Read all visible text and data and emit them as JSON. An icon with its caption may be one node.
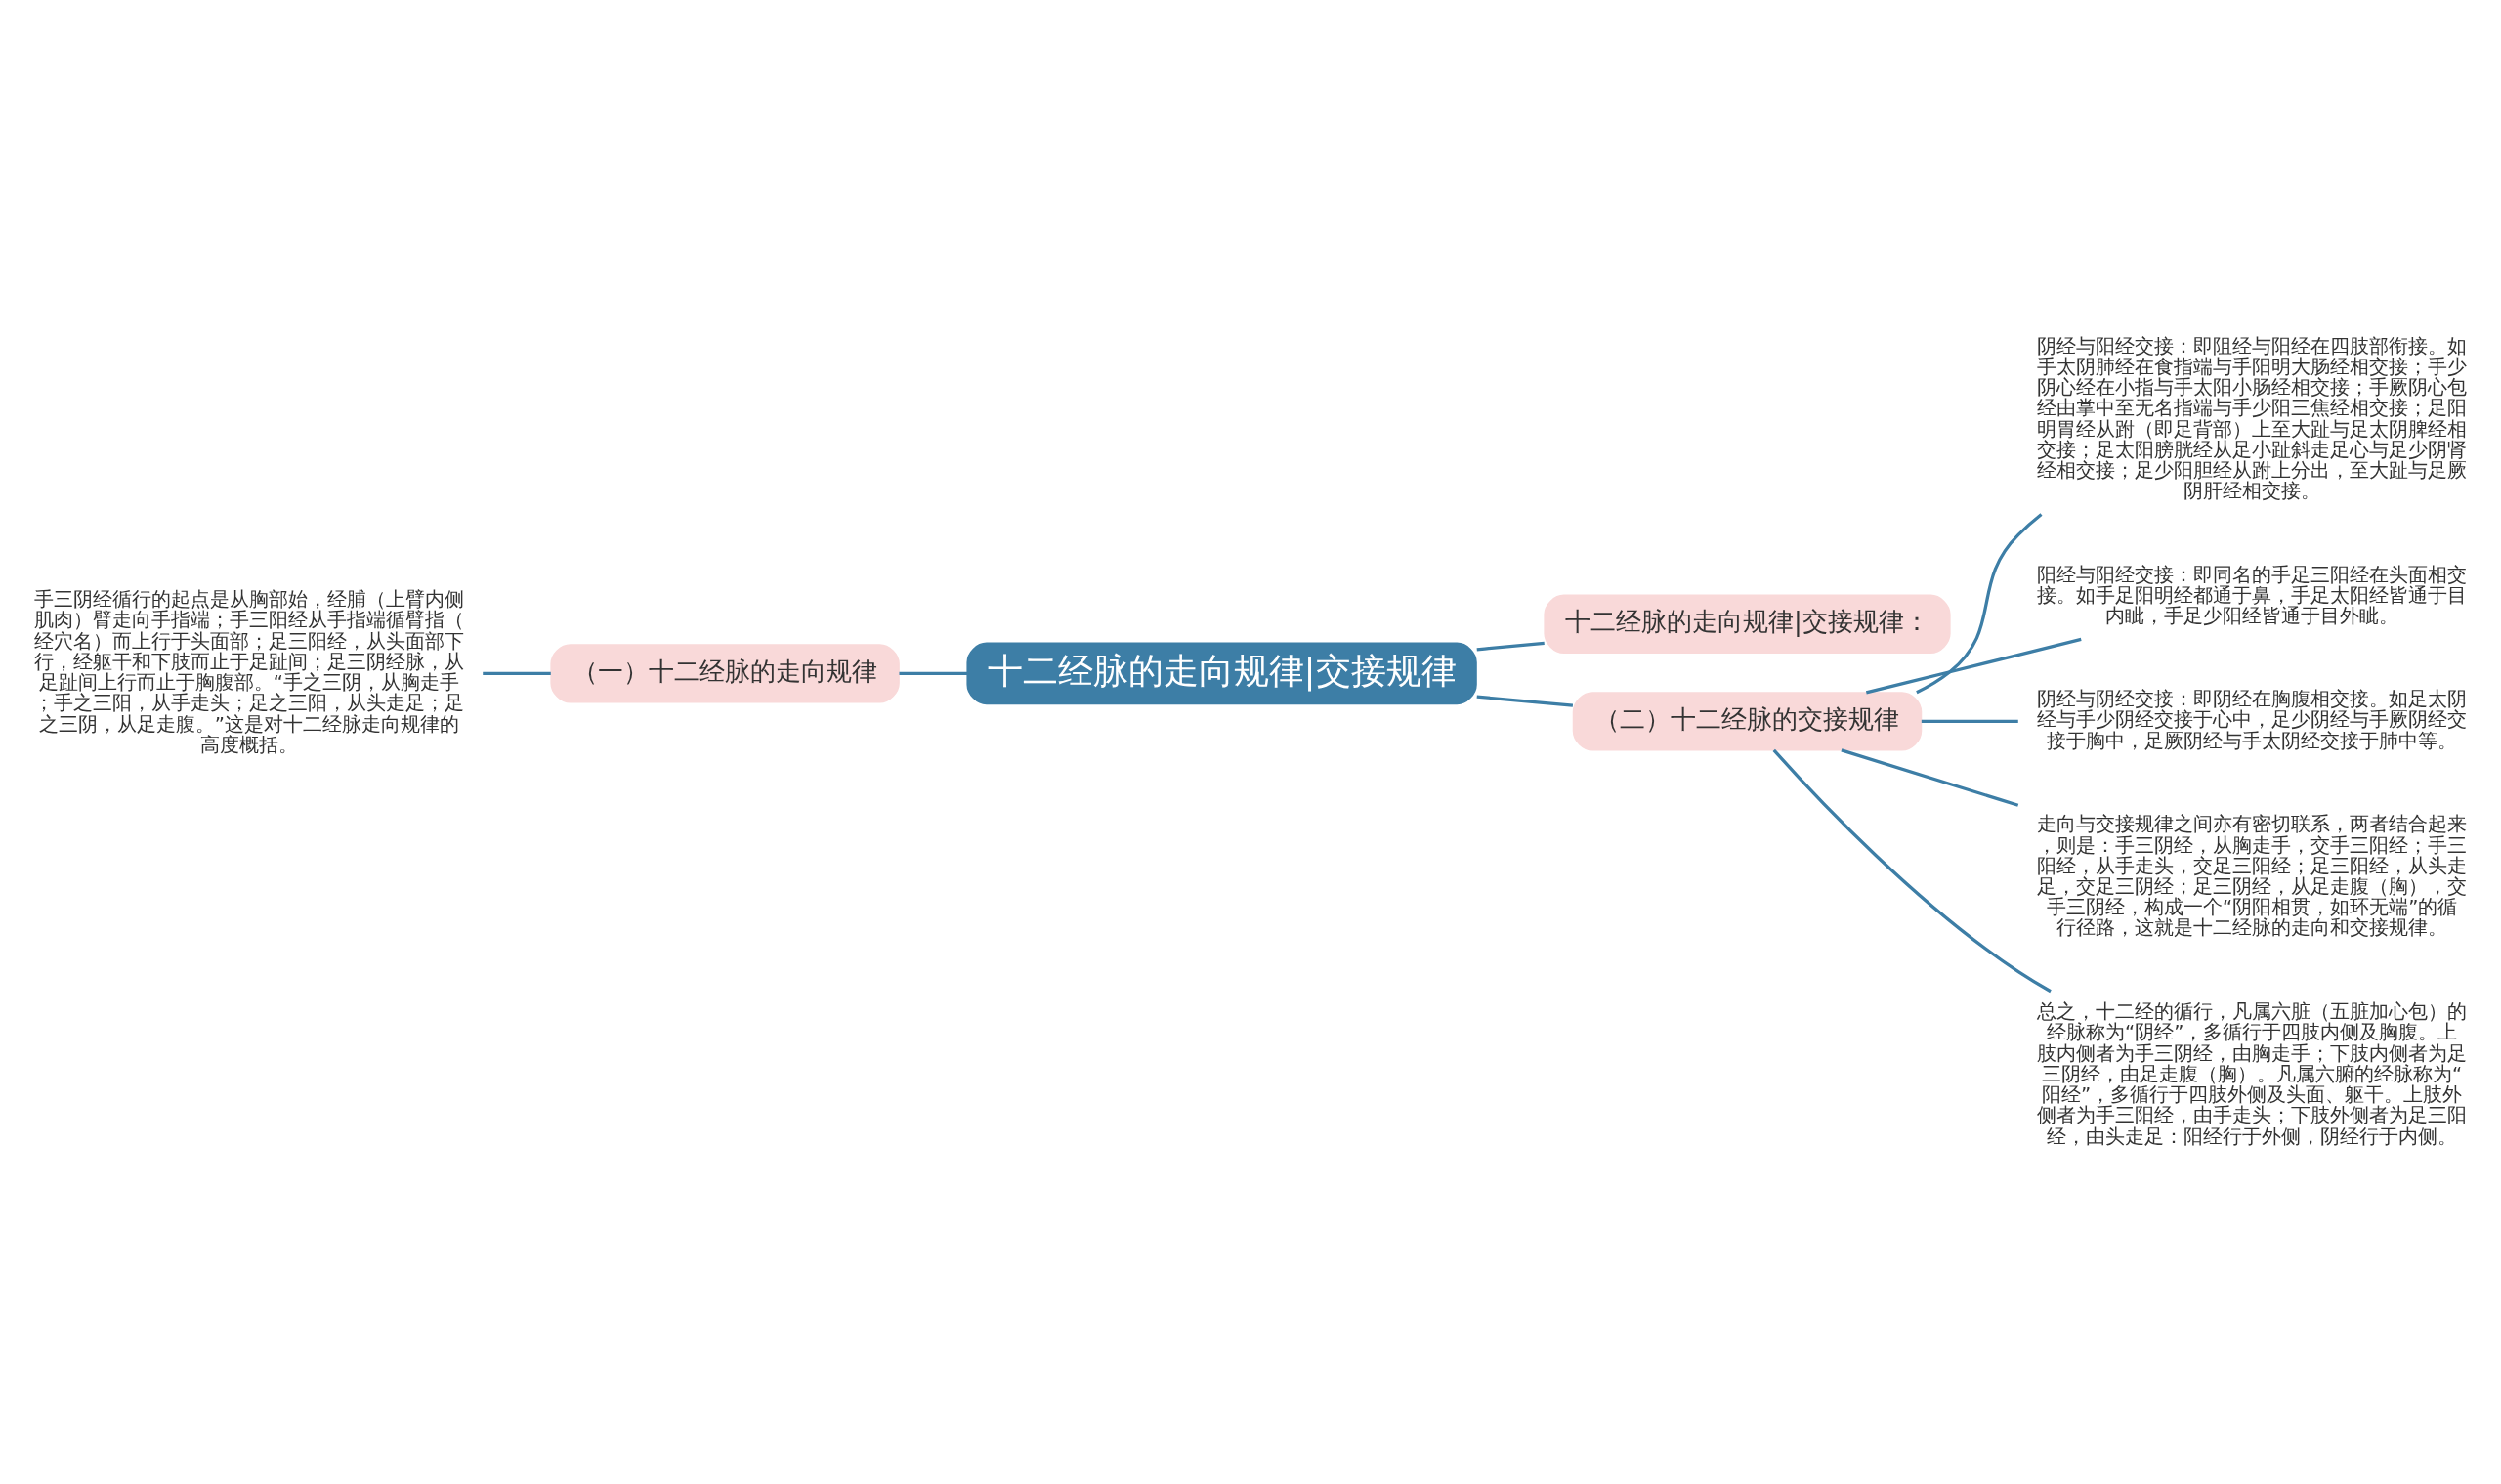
{
  "diagram": {
    "nodes": [
      {
        "text": [
          "十二经脉的走向规律|交接规律"
        ]
      },
      {
        "text": [
          "（一）十二经脉的走向规律"
        ]
      },
      {
        "text": [
          "手三阴经循行的起点是从胸部始，经脯（上臂内侧肌肉）臂走向手指端；手三阳经从手指端循臂指（经穴名）而上行于头面部；足三阳经，从头面部下行，经躯干和下肢而止于足趾间；足三阴经脉，从足趾间上行而止于胸腹部。“手之三阴，从胸走手；手之三阳，从手走头；足之三阳，从头走足；足之三阴，从足走腹。”这是对十二经脉走向规律的高度概括。"
        ]
      },
      {
        "text": [
          "十二经脉的走向规律|交接规律："
        ]
      },
      {
        "text": [
          "（二）十二经脉的交接规律"
        ]
      },
      {
        "text": [
          "阴经与阳经交接：即阻经与阳经在四肢部衔接。如手太阴肺经在食指端与手阳明大肠经相交接；手少阴心经在小指与手太阳小肠经相交接；手厥阴心包经由掌中至无名指端与手少阳三焦经相交接；足阳明胃经从跗（即足背部）上至大趾与足太阴脾经相交接；足太阳膀胱经从足小趾斜走足心与足少阴肾经相交接；足少阳胆经从跗上分出，至大趾与足厥阴肝经相交接。"
        ]
      },
      {
        "text": [
          "阳经与阳经交接：即同名的手足三阳经在头面相交接。如手足阳明经都通于鼻，手足太阳经皆通于目内眦，手足少阳经皆通于目外眦。"
        ]
      },
      {
        "text": [
          "阴经与阴经交接：即阴经在胸腹相交接。如足太阴经与手少阴经交接于心中，足少阴经与手厥阴经交接于胸中，足厥阴经与手太阴经交接于肺中等。"
        ]
      },
      {
        "text": [
          "走向与交接规律之间亦有密切联系，两者结合起来，则是：手三阴经，从胸走手，交手三阳经；手三阳经，从手走头，交足三阳经；足三阳经，从头走足，交足三阴经；足三阴经，从足走腹（胸），交手三阴经，构成一个“阴阳相贯，如环无端”的循行径路，这就是十二经脉的走向和交接规律。"
        ]
      },
      {
        "text": [
          "总之，十二经的循行，凡属六脏（五脏加心包）的经脉称为“阴经”，多循行于四肢内侧及胸腹。上肢内侧者为手三阴经，由胸走手；下肢内侧者为足三阴经，由足走腹（胸）。凡属六腑的经脉称为“阳经”，多循行于四肢外侧及头面、躯干。上肢外侧者为手三阳经，由手走头；下肢外侧者为足三阳经，由头走足：阳经行于外侧，阴经行于内侧。"
        ]
      }
    ],
    "edges": [
      {
        "from": 0,
        "to": 1,
        "arrow": "none"
      },
      {
        "from": 1,
        "to": 2,
        "arrow": "none"
      },
      {
        "from": 0,
        "to": 3,
        "arrow": "none"
      },
      {
        "from": 0,
        "to": 4,
        "arrow": "none"
      },
      {
        "from": 4,
        "to": 5,
        "arrow": "none"
      },
      {
        "from": 4,
        "to": 6,
        "arrow": "none"
      },
      {
        "from": 4,
        "to": 7,
        "arrow": "none"
      },
      {
        "from": 4,
        "to": 8,
        "arrow": "none"
      },
      {
        "from": 4,
        "to": 9,
        "arrow": "none"
      }
    ]
  }
}
